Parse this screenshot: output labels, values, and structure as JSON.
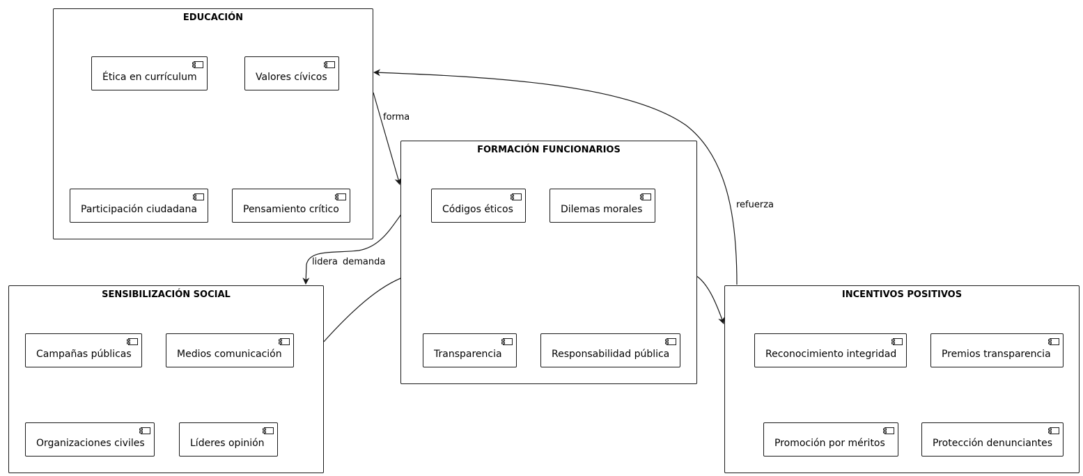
{
  "packages": {
    "educacion": {
      "title": "EDUCACIÓN",
      "components": [
        "Ética en currículum",
        "Valores cívicos",
        "Participación ciudadana",
        "Pensamiento crítico"
      ]
    },
    "formacion": {
      "title": "FORMACIÓN FUNCIONARIOS",
      "components": [
        "Códigos éticos",
        "Dilemas morales",
        "Transparencia",
        "Responsabilidad pública"
      ]
    },
    "sensibilizacion": {
      "title": "SENSIBILIZACIÓN SOCIAL",
      "components": [
        "Campañas públicas",
        "Medios comunicación",
        "Organizaciones civiles",
        "Líderes opinión"
      ]
    },
    "incentivos": {
      "title": "INCENTIVOS POSITIVOS",
      "components": [
        "Reconocimiento integridad",
        "Premios transparencia",
        "Promoción por méritos",
        "Protección denunciantes"
      ]
    }
  },
  "edges": [
    {
      "from": "EDUCACIÓN",
      "to": "FORMACIÓN FUNCIONARIOS",
      "label": "forma"
    },
    {
      "from": "FORMACIÓN FUNCIONARIOS",
      "to": "SENSIBILIZACIÓN SOCIAL",
      "label": "lidera"
    },
    {
      "from": "SENSIBILIZACIÓN SOCIAL",
      "to": "INCENTIVOS POSITIVOS",
      "label": "demanda"
    },
    {
      "from": "INCENTIVOS POSITIVOS",
      "to": "EDUCACIÓN",
      "label": "refuerza"
    }
  ]
}
